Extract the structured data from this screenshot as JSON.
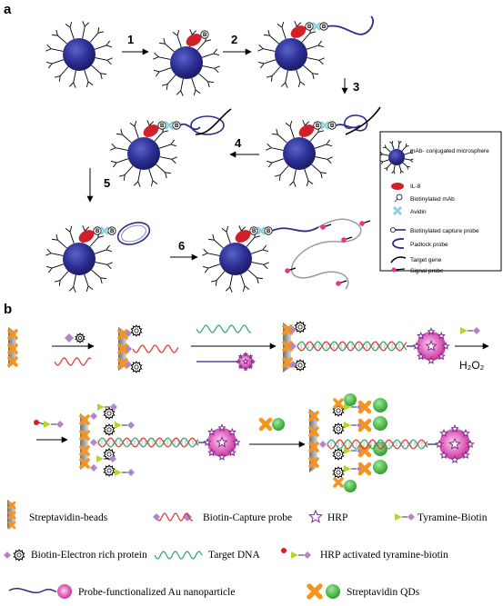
{
  "panel_a": {
    "letter": "a",
    "steps": [
      "1",
      "2",
      "3",
      "4",
      "5",
      "6"
    ],
    "badge_text": "B",
    "legend": [
      {
        "icon": "microsphere",
        "label": "mAb- conjugated microsphere"
      },
      {
        "icon": "il8",
        "label": "IL-8"
      },
      {
        "icon": "biotin-mab",
        "label": "Biotinylated mAb"
      },
      {
        "icon": "avidin",
        "label": "Avidin"
      },
      {
        "icon": "capture-probe",
        "label": "Biotinylated capture probe"
      },
      {
        "icon": "padlock-probe",
        "label": "Padlock probe"
      },
      {
        "icon": "target-gene",
        "label": "Target gene"
      },
      {
        "icon": "signal-probe",
        "label": "Signal probe"
      }
    ]
  },
  "panel_b": {
    "letter": "b",
    "reagent": "H₂O₂",
    "legend": [
      {
        "icon": "streptavidin-beads",
        "label": "Streptavidin-beads"
      },
      {
        "icon": "biotin-capture-probe",
        "label": "Biotin-Capture probe"
      },
      {
        "icon": "hrp",
        "label": "HRP"
      },
      {
        "icon": "tyramine-biotin",
        "label": "Tyramine-Biotin"
      },
      {
        "icon": "biotin-electron-rich-protein",
        "label": "Biotin-Electron rich protein"
      },
      {
        "icon": "target-dna",
        "label": "Target DNA"
      },
      {
        "icon": "hrp-activated-tyramine-biotin",
        "label": "HRP activated tyramine-biotin"
      },
      {
        "icon": "au-nanoparticle",
        "label": "Probe-functionalized Au nanoparticle"
      },
      {
        "icon": "streptavidin-qds",
        "label": "Streptavidin QDs"
      }
    ]
  },
  "colors": {
    "sphere": "#2c2f93",
    "il8": "#d2202a",
    "avidin": "#8fd0e0",
    "probe": "#2b2d8a",
    "target": "#000000",
    "signal": "#e8338a",
    "strand_red": "#e2312b",
    "strand_green": "#2ea36a",
    "bead": "#f7941d",
    "tyramine": "#b4d335",
    "biotin": "#b085c9",
    "qd": "#3dbb3d",
    "au": "#d93aa5"
  }
}
